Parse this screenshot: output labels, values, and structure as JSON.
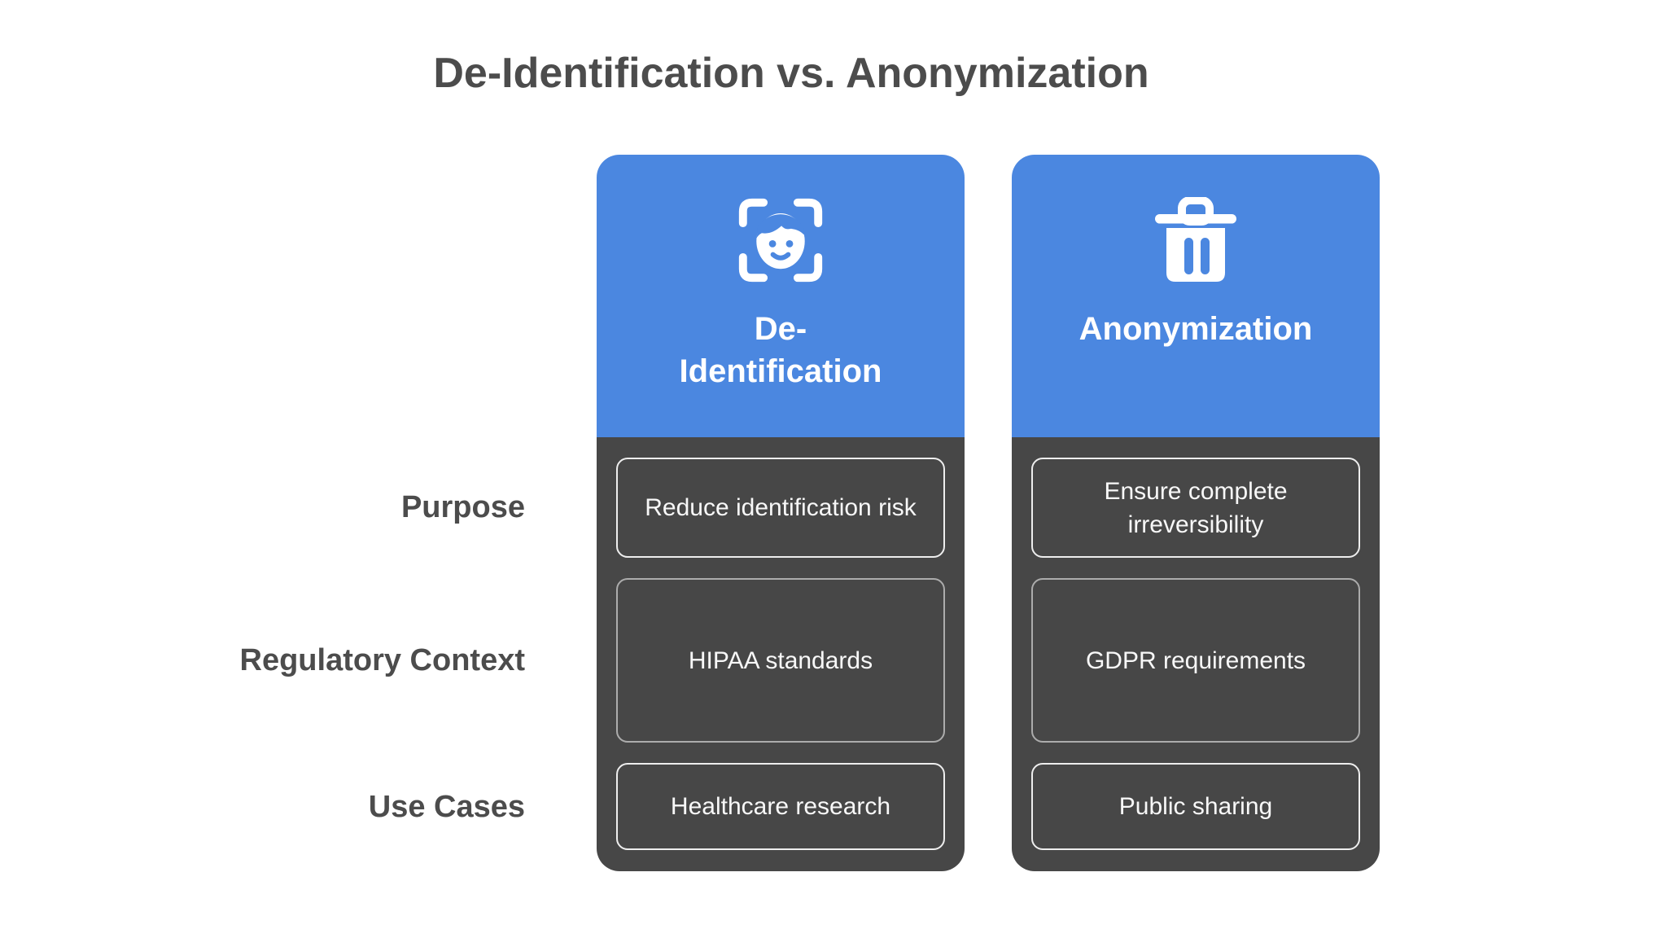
{
  "title": "De-Identification vs. Anonymization",
  "colors": {
    "header_blue": "#4b87e0",
    "body_dark": "#474747",
    "cell_border_bright": "#eeeeee",
    "cell_border_dim": "#999999",
    "text_dark": "#4c4c4c",
    "text_light": "#f8f8f8",
    "background": "#ffffff"
  },
  "rows": [
    {
      "label": "Purpose"
    },
    {
      "label": "Regulatory Context"
    },
    {
      "label": "Use Cases"
    }
  ],
  "columns": [
    {
      "icon": "face-scan-icon",
      "label": "De-\nIdentification",
      "cells": [
        "Reduce identification risk",
        "HIPAA standards",
        "Healthcare research"
      ]
    },
    {
      "icon": "trash-icon",
      "label": "Anonymization",
      "cells": [
        "Ensure complete irreversibility",
        "GDPR requirements",
        "Public sharing"
      ]
    }
  ]
}
